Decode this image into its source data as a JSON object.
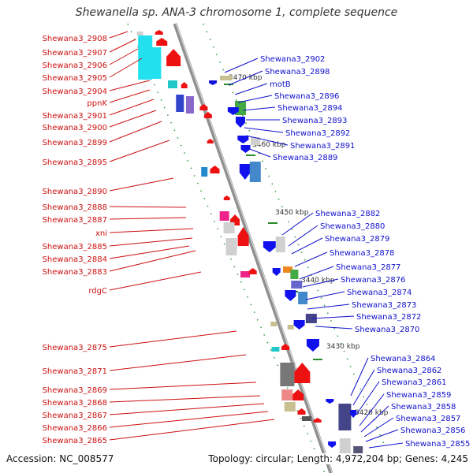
{
  "title": "Shewanella sp. ANA-3 chromosome 1, complete sequence",
  "footer": {
    "accession": "Accession: NC_008577",
    "summary": "Topology: circular; Length: 4,972,204 bp; Genes: 4,245"
  },
  "colors": {
    "forward_label": "#cc1111",
    "reverse_label": "#1111cc",
    "backbone": "#909090",
    "tick": "#2a8a2a"
  },
  "kbp_ticks": [
    "3470 kbp",
    "3460 kbp",
    "3450 kbp",
    "3440 kbp",
    "3430 kbp",
    "3420 kbp"
  ],
  "left_labels": [
    "Shewana3_2908",
    "Shewana3_2907",
    "Shewana3_2906",
    "Shewana3_2905",
    "Shewana3_2904",
    "ppnK",
    "Shewana3_2901",
    "Shewana3_2900",
    "Shewana3_2899",
    "Shewana3_2895",
    "Shewana3_2890",
    "Shewana3_2888",
    "Shewana3_2887",
    "xni",
    "Shewana3_2885",
    "Shewana3_2884",
    "Shewana3_2883",
    "rdgC",
    "Shewana3_2875",
    "Shewana3_2871",
    "Shewana3_2869",
    "Shewana3_2868",
    "Shewana3_2867",
    "Shewana3_2866",
    "Shewana3_2865"
  ],
  "right_labels": [
    "Shewana3_2902",
    "Shewana3_2898",
    "motB",
    "Shewana3_2896",
    "Shewana3_2894",
    "Shewana3_2893",
    "Shewana3_2892",
    "Shewana3_2891",
    "Shewana3_2889",
    "Shewana3_2882",
    "Shewana3_2880",
    "Shewana3_2879",
    "Shewana3_2878",
    "Shewana3_2877",
    "Shewana3_2876",
    "Shewana3_2874",
    "Shewana3_2873",
    "Shewana3_2872",
    "Shewana3_2870",
    "Shewana3_2864",
    "Shewana3_2862",
    "Shewana3_2861",
    "Shewana3_2859",
    "Shewana3_2858",
    "Shewana3_2857",
    "Shewana3_2856",
    "Shewana3_2855"
  ]
}
